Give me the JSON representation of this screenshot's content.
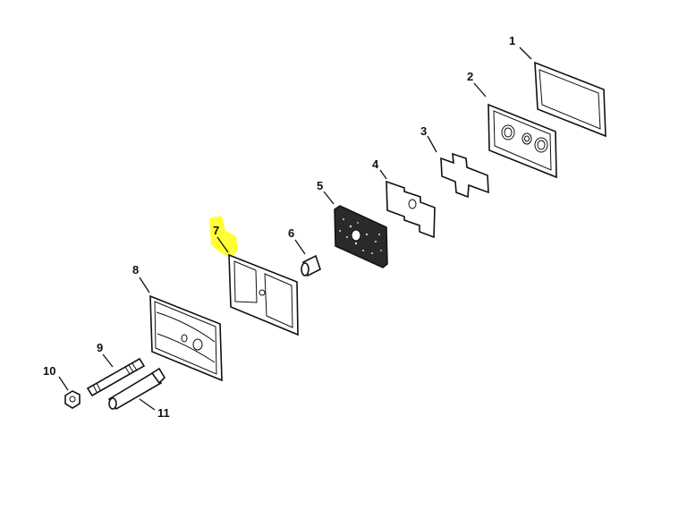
{
  "diagram": {
    "highlight_color": "#ffff33",
    "highlighted_part": "7",
    "parts": [
      {
        "label": "1"
      },
      {
        "label": "2"
      },
      {
        "label": "3"
      },
      {
        "label": "4"
      },
      {
        "label": "5"
      },
      {
        "label": "6"
      },
      {
        "label": "7"
      },
      {
        "label": "8"
      },
      {
        "label": "9"
      },
      {
        "label": "10"
      },
      {
        "label": "11"
      }
    ]
  }
}
